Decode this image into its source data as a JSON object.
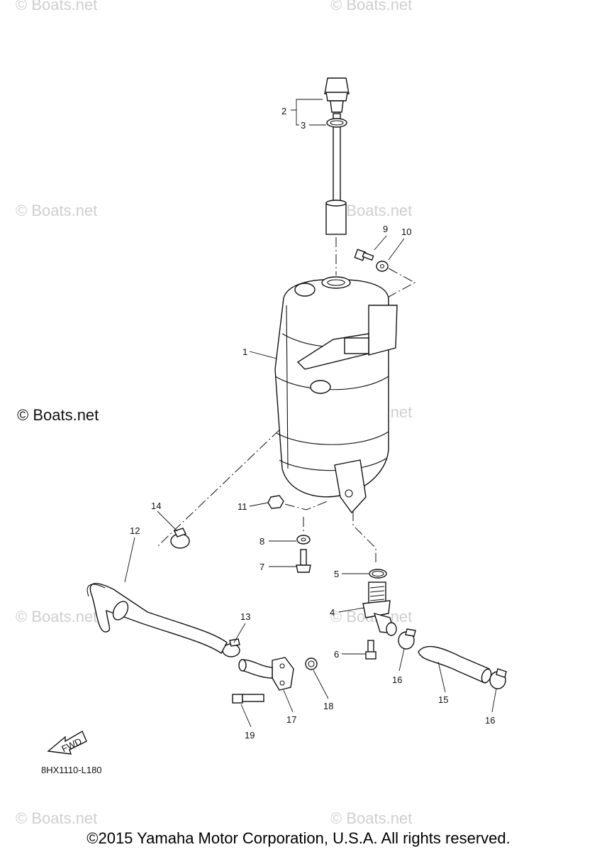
{
  "watermark": "© Boats.net",
  "watermark_main": "© Boats.net",
  "drawing_code": "8HX1110-L180",
  "fwd_label": "FWD",
  "copyright": "©2015 Yamaha Motor Corporation, U.S.A. All rights reserved.",
  "callouts": [
    "1",
    "2",
    "3",
    "4",
    "5",
    "6",
    "7",
    "8",
    "9",
    "10",
    "11",
    "12",
    "13",
    "14",
    "15",
    "16",
    "16",
    "17",
    "18",
    "19"
  ]
}
